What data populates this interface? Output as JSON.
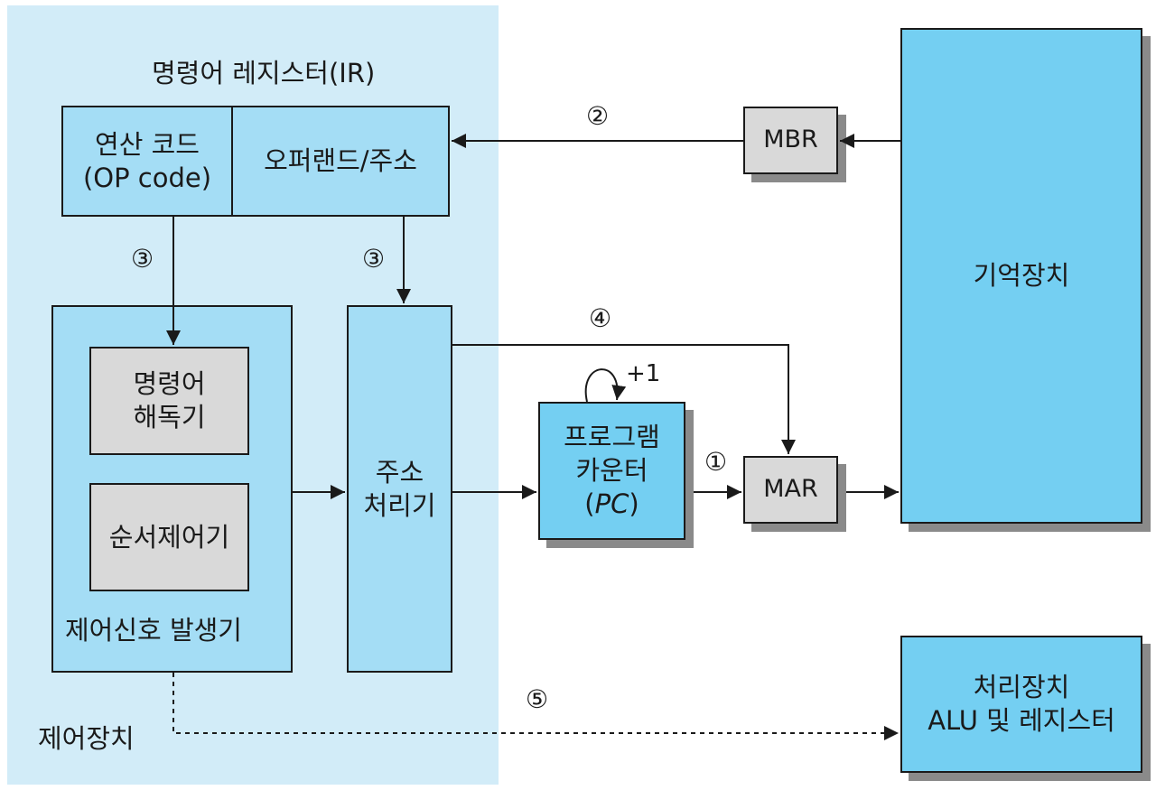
{
  "control_unit": {
    "label": "제어장치",
    "ir": {
      "title": "명령어 레지스터(IR)",
      "opcode_line1": "연산 코드",
      "opcode_line2": "(OP code)",
      "operand": "오퍼랜드/주소"
    },
    "signal_generator": {
      "label": "제어신호 발생기",
      "decoder_line1": "명령어",
      "decoder_line2": "해독기",
      "sequencer": "순서제어기"
    },
    "address_processor_line1": "주소",
    "address_processor_line2": "처리기"
  },
  "program_counter": {
    "line1": "프로그램",
    "line2": "카운터",
    "paren_open": "(",
    "abbr": "PC",
    "paren_close": ")",
    "increment": "+1"
  },
  "mbr": "MBR",
  "mar": "MAR",
  "memory": "기억장치",
  "processing_unit": {
    "line1": "처리장치",
    "line2": "ALU 및 레지스터"
  },
  "steps": {
    "step1": "①",
    "step2": "②",
    "step3_left": "③",
    "step3_right": "③",
    "step4": "④",
    "step5": "⑤"
  },
  "colors": {
    "unit_blue": "#74cff2",
    "control_background": "#d2ecf8",
    "register_gray": "#d9d9d9",
    "shadow": "#8a8a8a"
  }
}
